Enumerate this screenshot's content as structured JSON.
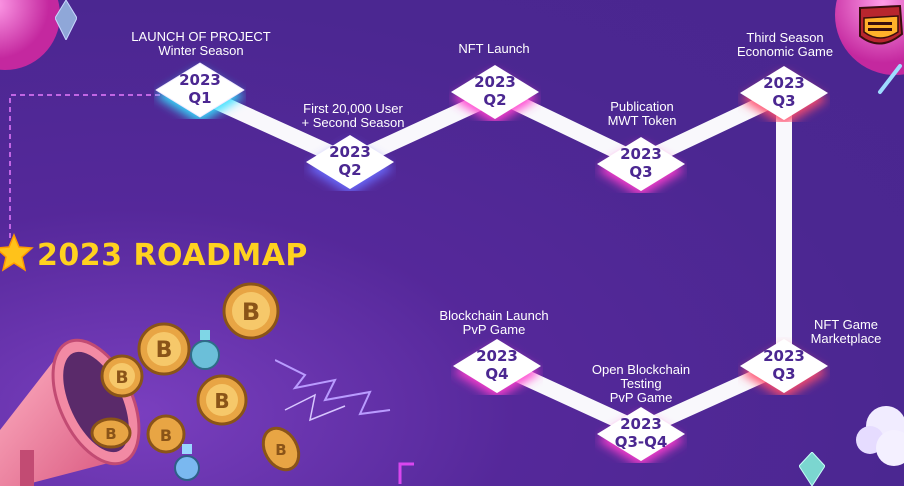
{
  "title": "2023 ROADMAP",
  "colors": {
    "background": "#4f2a94",
    "title": "#ffd21f",
    "path": "#ffffff",
    "node_text": "#4b2791",
    "glow_cyan": "#37e0ff",
    "glow_blue": "#6a6cff",
    "glow_pink": "#ff3fcf",
    "glow_red": "#ff4d6d"
  },
  "milestones": [
    {
      "year": "2023",
      "quarter": "Q1",
      "caption_line1": "LAUNCH OF PROJECT",
      "caption_line2": "Winter Season",
      "glow": "cyan-glow"
    },
    {
      "year": "2023",
      "quarter": "Q2",
      "caption_line1": "First 20,000 User",
      "caption_line2": "+ Second Season",
      "glow": "blue-glow"
    },
    {
      "year": "2023",
      "quarter": "Q2",
      "caption_line1": "NFT Launch",
      "caption_line2": "",
      "glow": "pink-glow"
    },
    {
      "year": "2023",
      "quarter": "Q3",
      "caption_line1": "Publication",
      "caption_line2": "MWT Token",
      "glow": "pink-glow"
    },
    {
      "year": "2023",
      "quarter": "Q3",
      "caption_line1": "Third Season",
      "caption_line2": "Economic Game",
      "glow": "red-glow"
    },
    {
      "year": "2023",
      "quarter": "Q3",
      "caption_line1": "NFT Game",
      "caption_line2": "Marketplace",
      "glow": "red-glow"
    },
    {
      "year": "2023",
      "quarter": "Q3-Q4",
      "caption_line1": "Open Blockchain",
      "caption_line2": "Testing",
      "caption_line3": "PvP Game",
      "glow": "pink-glow"
    },
    {
      "year": "2023",
      "quarter": "Q4",
      "caption_line1": "Blockchain Launch",
      "caption_line2": "PvP Game",
      "glow": "pink-glow"
    }
  ],
  "icons": {
    "logo": "mage-war-logo-icon",
    "star": "star-icon",
    "megaphone": "megaphone-icon",
    "coin": "bitcoin-coin-icon",
    "potion": "potion-flask-icon",
    "crystal": "crystal-icon",
    "cloud": "cloud-icon",
    "lightning": "lightning-icon"
  }
}
